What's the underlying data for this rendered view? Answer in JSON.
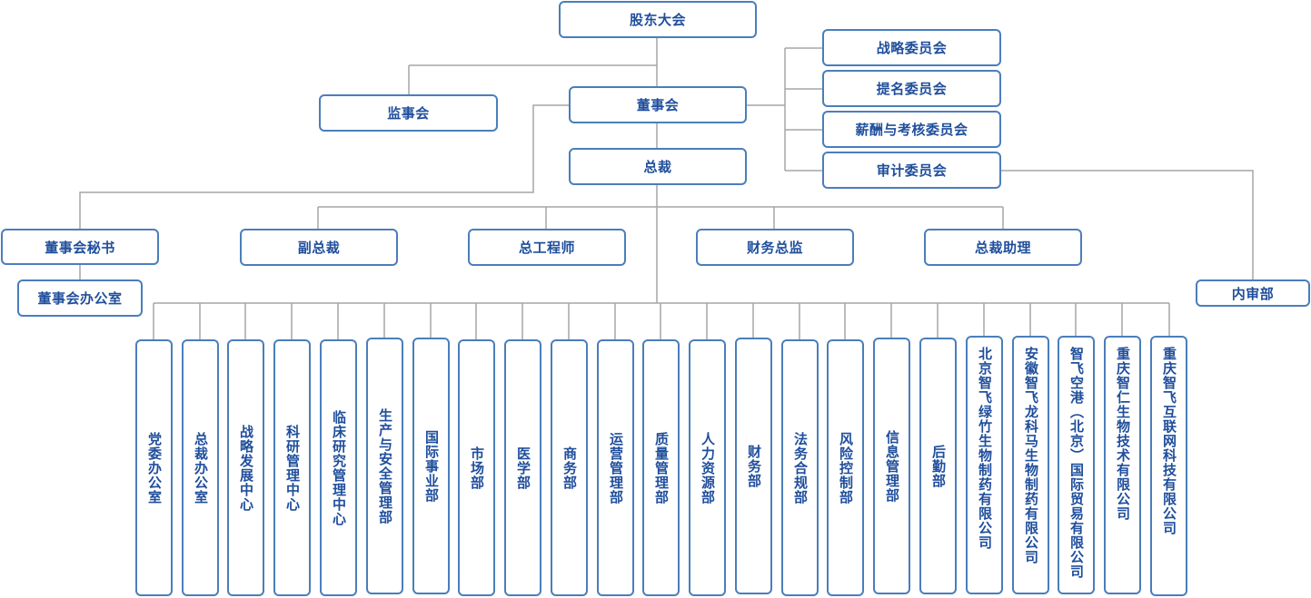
{
  "top": {
    "shareholders": "股东大会",
    "supervisors": "监事会",
    "board": "董事会",
    "president": "总裁"
  },
  "committees": [
    "战略委员会",
    "提名委员会",
    "薪酬与考核委员会",
    "审计委员会"
  ],
  "internal_audit": "内审部",
  "board_secretary": "董事会秘书",
  "board_office": "董事会办公室",
  "executives": [
    "副总裁",
    "总工程师",
    "财务总监",
    "总裁助理"
  ],
  "departments": [
    "党委办公室",
    "总裁办公室",
    "战略发展中心",
    "科研管理中心",
    "临床研究管理中心",
    "生产与安全管理部",
    "国际事业部",
    "市场部",
    "医学部",
    "商务部",
    "运营管理部",
    "质量管理部",
    "人力资源部",
    "财务部",
    "法务合规部",
    "风险控制部",
    "信息管理部",
    "后勤部",
    "北京智飞绿竹生物制药有限公司",
    "安徽智飞龙科马生物制药有限公司",
    "智飞空港（北京）国际贸易有限公司",
    "重庆智仁生物技术有限公司",
    "重庆智飞互联网科技有限公司"
  ],
  "colors": {
    "border": "#4a7ebb",
    "text": "#1f4e9c",
    "line": "#a6a6a6"
  }
}
